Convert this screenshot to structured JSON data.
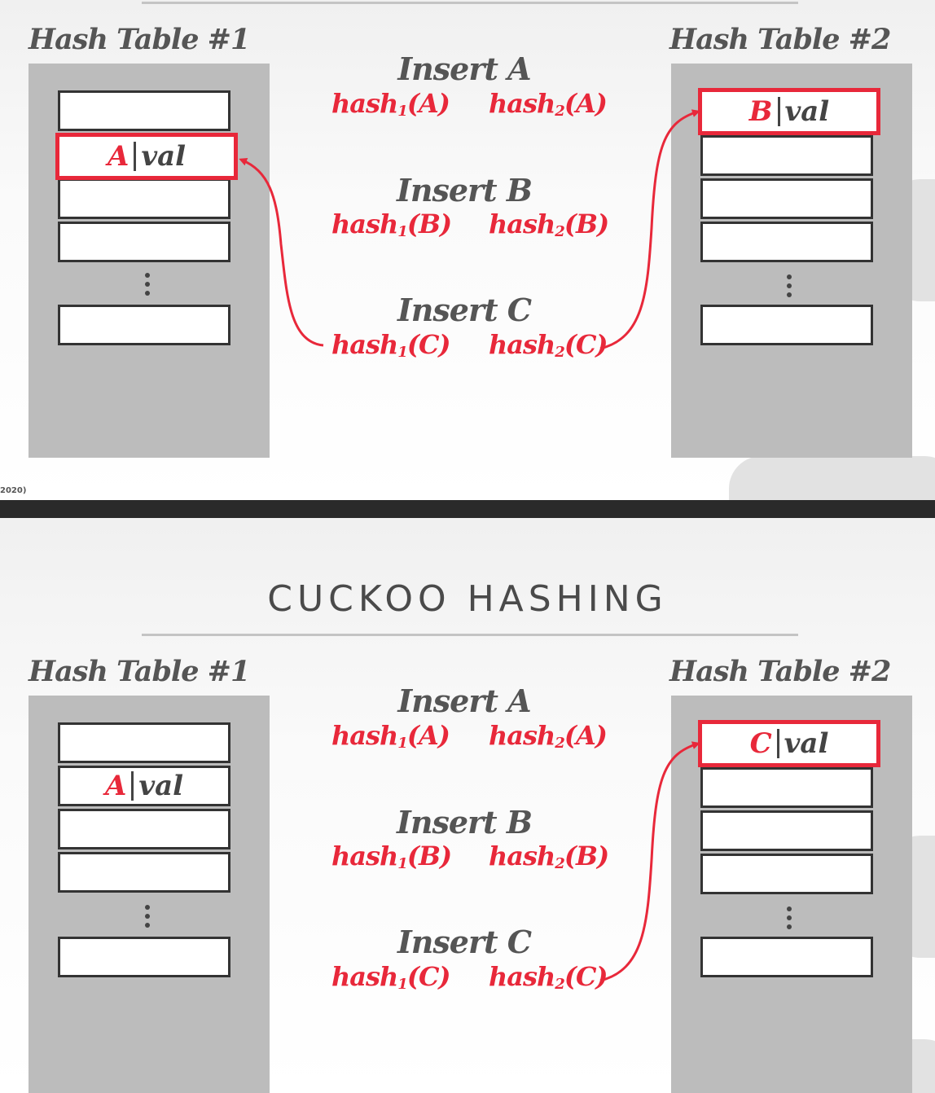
{
  "footnote": "2020)",
  "colors": {
    "accent": "#e8283a",
    "panel": "#bcbcbc",
    "text": "#555555",
    "band": "#2a2a2a"
  },
  "slide1": {
    "table1_title": "Hash Table #1",
    "table2_title": "Hash Table #2",
    "table1_entry": {
      "key": "A",
      "val": "val"
    },
    "table2_entry": {
      "key": "B",
      "val": "val"
    },
    "inserts": [
      {
        "label": "Insert A",
        "h1": "hash",
        "h1_sub": "1",
        "h2": "hash",
        "h2_sub": "2",
        "arg": "(A)"
      },
      {
        "label": "Insert B",
        "h1": "hash",
        "h1_sub": "1",
        "h2": "hash",
        "h2_sub": "2",
        "arg": "(B)"
      },
      {
        "label": "Insert C",
        "h1": "hash",
        "h1_sub": "1",
        "h2": "hash",
        "h2_sub": "2",
        "arg": "(C)"
      }
    ]
  },
  "slide2": {
    "title": "CUCKOO HASHING",
    "table1_title": "Hash Table #1",
    "table2_title": "Hash Table #2",
    "table1_entry": {
      "key": "A",
      "val": "val"
    },
    "table2_entry": {
      "key": "C",
      "val": "val"
    },
    "inserts": [
      {
        "label": "Insert A",
        "h1": "hash",
        "h1_sub": "1",
        "h2": "hash",
        "h2_sub": "2",
        "arg": "(A)"
      },
      {
        "label": "Insert B",
        "h1": "hash",
        "h1_sub": "1",
        "h2": "hash",
        "h2_sub": "2",
        "arg": "(B)"
      },
      {
        "label": "Insert C",
        "h1": "hash",
        "h1_sub": "1",
        "h2": "hash",
        "h2_sub": "2",
        "arg": "(C)"
      }
    ]
  }
}
